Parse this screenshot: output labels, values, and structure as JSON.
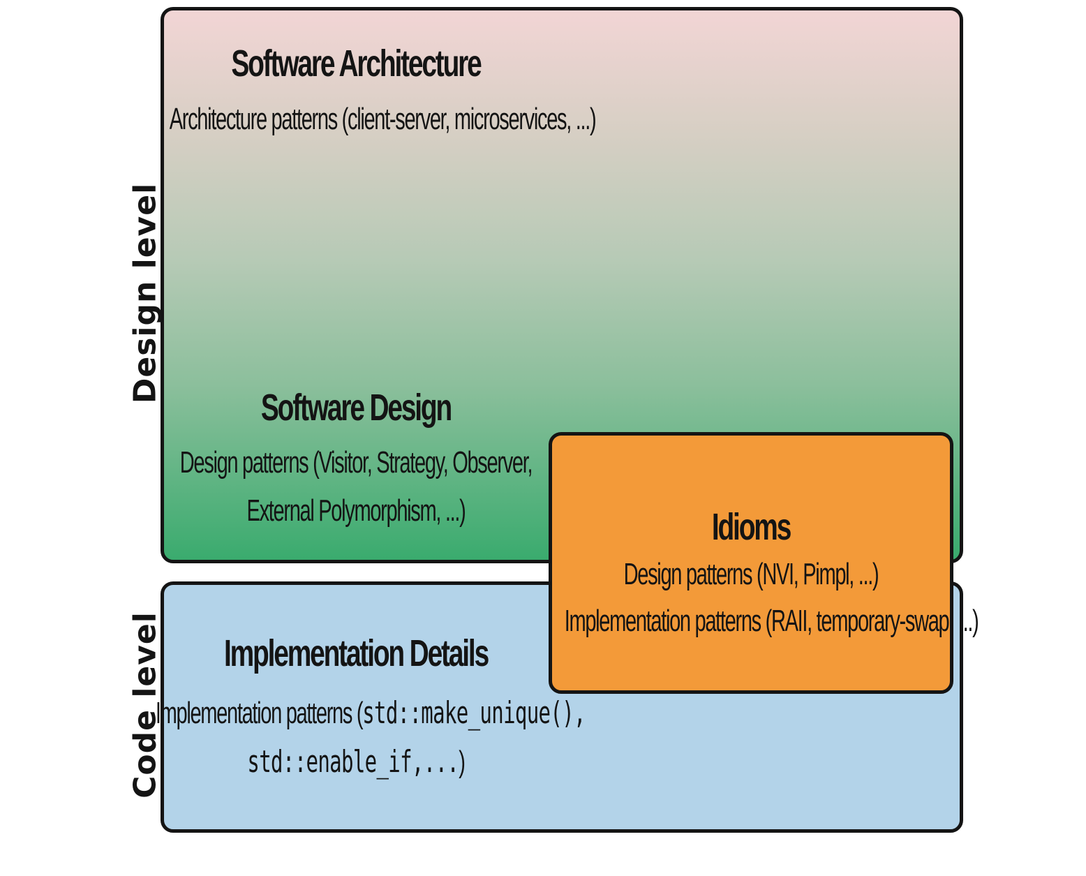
{
  "side_labels": {
    "design_level": "Design level",
    "code_level": "Code level"
  },
  "software_architecture": {
    "title": "Software Architecture",
    "subtitle": "Architecture patterns (client-server, microservices, ...)"
  },
  "software_design": {
    "title": "Software Design",
    "line1": "Design patterns (Visitor, Strategy, Observer,",
    "line2": "External Polymorphism, ...)"
  },
  "idioms": {
    "title": "Idioms",
    "line1": "Design patterns (NVI, Pimpl, ...)",
    "line2": "Implementation patterns (RAII, temporary-swap, ...)"
  },
  "implementation_details": {
    "title": "Implementation Details",
    "line1_prefix": "Implementation patterns (",
    "line1_code": "std::make_unique(),",
    "line2_code": "std::enable_if,...",
    "line2_suffix": ")"
  },
  "colors": {
    "design_gradient_top": "#f2d5d5",
    "design_gradient_bottom": "#3aab6e",
    "code_fill": "#b3d3e9",
    "idioms_fill": "#f39a39",
    "border": "#141414"
  }
}
